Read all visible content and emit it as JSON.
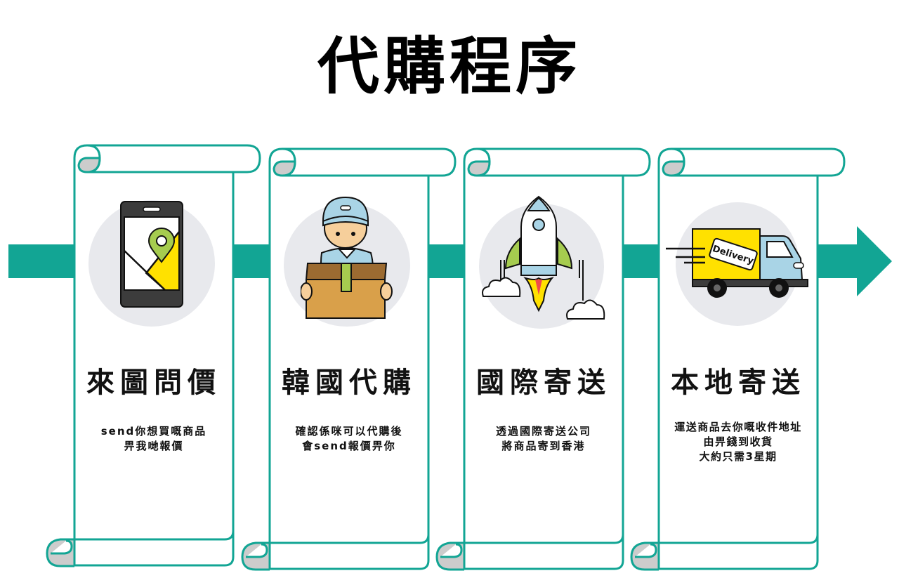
{
  "title": "代購程序",
  "colors": {
    "accent": "#12a594",
    "circle_bg": "#e8e9ed",
    "curl_fill": "#cccccc",
    "yellow": "#ffe100",
    "green": "#a6cc4f",
    "light_blue": "#a9d4e6",
    "box_brown": "#d9a04a",
    "dark": "#3c3c3c"
  },
  "steps": [
    {
      "icon": "phone-map-pin-icon",
      "title": "來圖問價",
      "desc": [
        "send你想買嘅商品",
        "畀我哋報價"
      ]
    },
    {
      "icon": "delivery-man-box-icon",
      "title": "韓國代購",
      "desc": [
        "確認係咪可以代購後",
        "會send報價畀你"
      ]
    },
    {
      "icon": "rocket-icon",
      "title": "國際寄送",
      "desc": [
        "透過國際寄送公司",
        "將商品寄到香港"
      ]
    },
    {
      "icon": "delivery-truck-icon",
      "title": "本地寄送",
      "desc": [
        "運送商品去你嘅收件地址",
        "由畀錢到收貨",
        "大約只需3星期"
      ],
      "truck_label": "Delivery"
    }
  ]
}
